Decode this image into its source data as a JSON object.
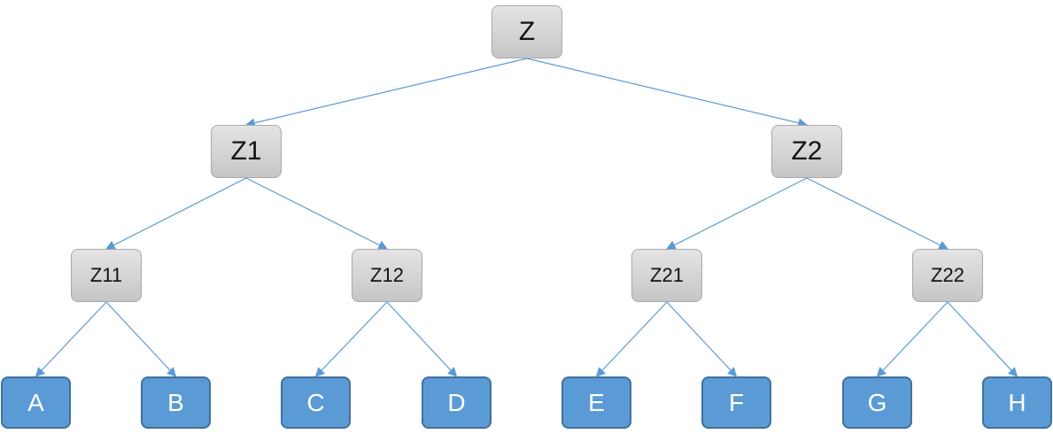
{
  "nodes": {
    "z": "Z",
    "z1": "Z1",
    "z2": "Z2",
    "z11": "Z11",
    "z12": "Z12",
    "z21": "Z21",
    "z22": "Z22",
    "a": "A",
    "b": "B",
    "c": "C",
    "d": "D",
    "e": "E",
    "f": "F",
    "g": "G",
    "h": "H"
  },
  "edges": [
    [
      "z",
      "z1"
    ],
    [
      "z",
      "z2"
    ],
    [
      "z1",
      "z11"
    ],
    [
      "z1",
      "z12"
    ],
    [
      "z2",
      "z21"
    ],
    [
      "z2",
      "z22"
    ],
    [
      "z11",
      "a"
    ],
    [
      "z11",
      "b"
    ],
    [
      "z12",
      "c"
    ],
    [
      "z12",
      "d"
    ],
    [
      "z21",
      "e"
    ],
    [
      "z21",
      "f"
    ],
    [
      "z22",
      "g"
    ],
    [
      "z22",
      "h"
    ]
  ],
  "colors": {
    "edge": "#5b9bd5",
    "leaf_fill": "#5b9bd5",
    "internal_fill": "#d0d0d0"
  }
}
